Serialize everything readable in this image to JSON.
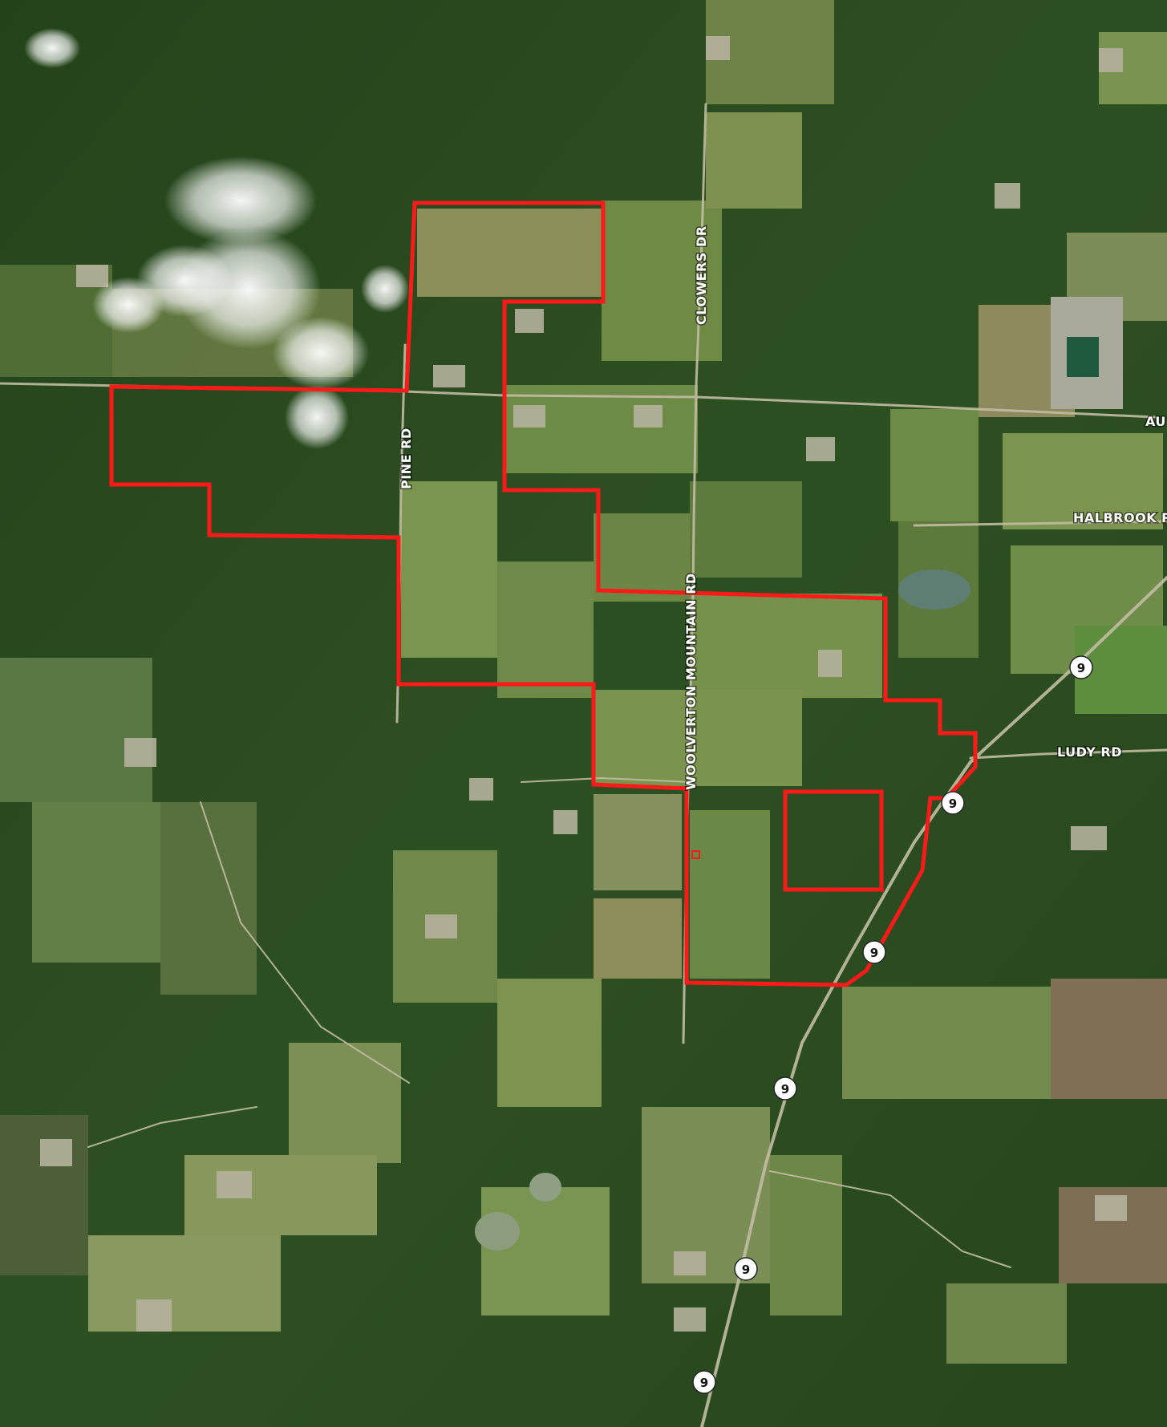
{
  "map": {
    "type": "satellite-parcel-map",
    "boundary_color": "#ff1a1a",
    "colors": {
      "forest_dark": "#1d3a17",
      "forest": "#2c4f22",
      "pasture": "#6f8a45",
      "pasture_light": "#8fa35c",
      "field_tan": "#9c8f63",
      "road": "#c9c2a8"
    },
    "road_labels": {
      "clowers_dr": "CLOWERS DR",
      "pine_rd": "PINE RD",
      "woolverton": "WOOLVERTON MOUNTAIN RD",
      "halbrook": "HALBROOK R",
      "ludy_rd": "LUDY RD",
      "au": "AU"
    },
    "highway_shields": [
      {
        "label": "9"
      },
      {
        "label": "9"
      },
      {
        "label": "9"
      },
      {
        "label": "9"
      },
      {
        "label": "9"
      },
      {
        "label": "9"
      }
    ]
  }
}
